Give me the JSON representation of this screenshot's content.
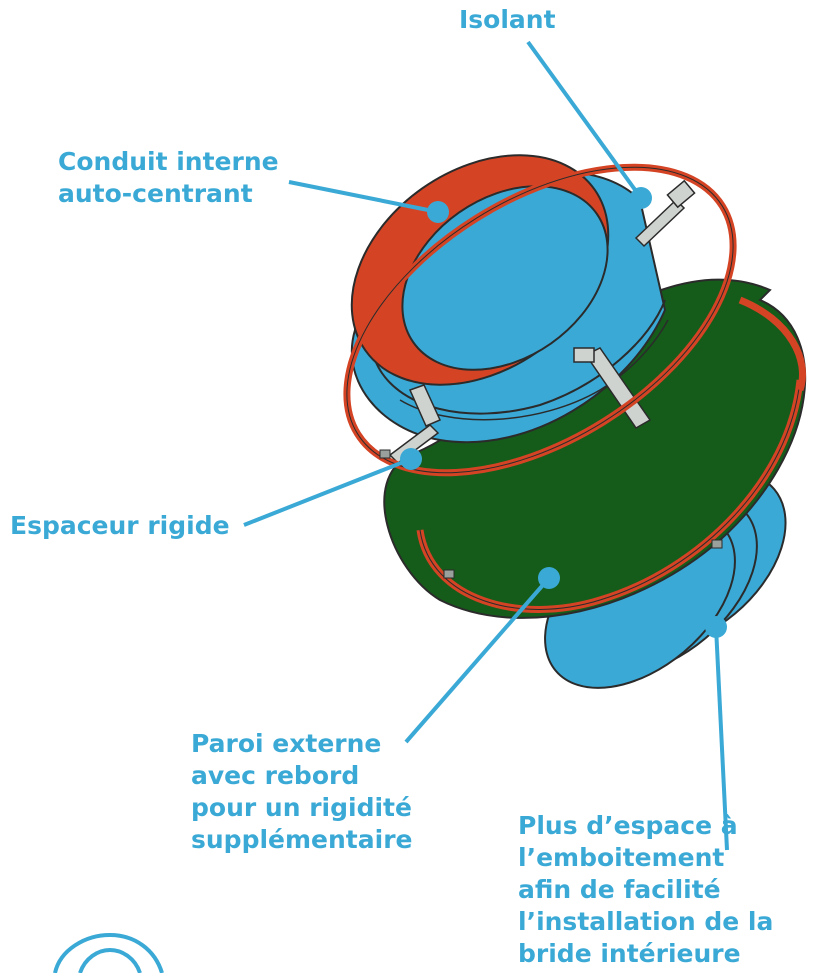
{
  "diagram": {
    "colors": {
      "label_text": "#3aa9d6",
      "leader_line": "#3aa9d6",
      "outer_wall": "#155c1a",
      "rim": "#d44424",
      "inner_duct": "#3aa9d6",
      "spacer": "#cfd3d0",
      "outline": "#2b2b2b"
    },
    "labels": {
      "isolant": [
        "Isolant"
      ],
      "conduit": [
        "Conduit interne",
        "auto-centrant"
      ],
      "espaceur": [
        "Espaceur rigide"
      ],
      "paroi": [
        "Paroi externe",
        "avec rebord",
        "pour un rigidité",
        "supplémentaire"
      ],
      "plus": [
        "Plus d’espace à",
        "l’emboitement",
        "afin de facilité",
        "l’installation de la",
        "bride intérieure"
      ]
    }
  }
}
